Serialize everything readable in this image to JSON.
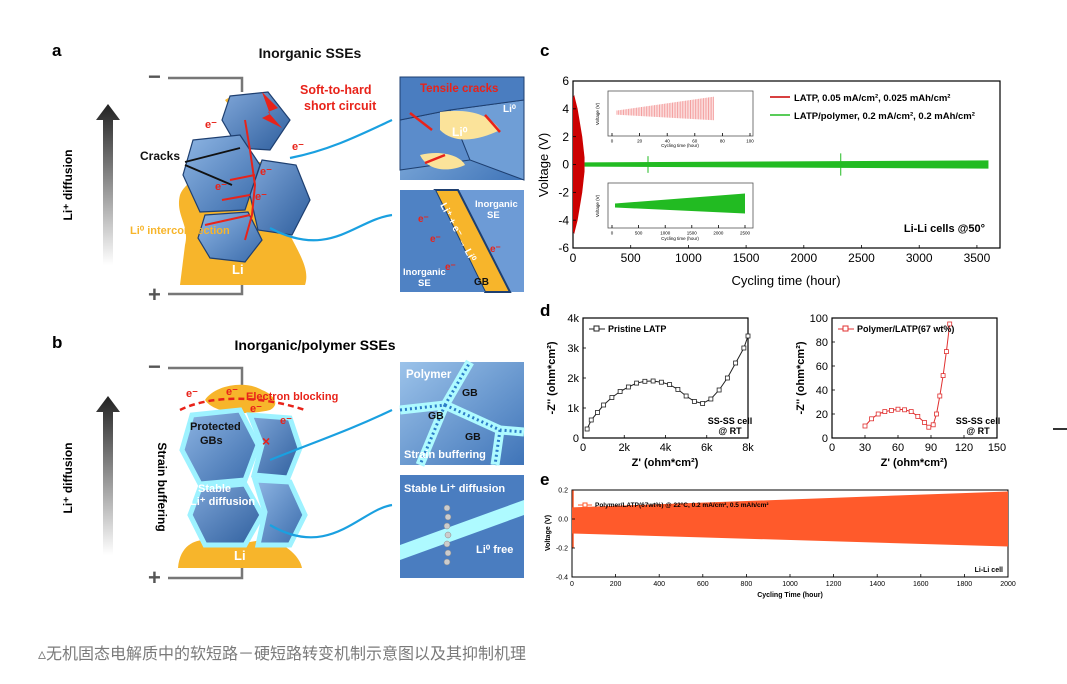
{
  "panel_a": {
    "letter": "a",
    "title": "Inorganic SSEs",
    "minus": "−",
    "plus": "+",
    "axis": "Li⁺ diffusion",
    "labels": {
      "short": "Soft-to-hard",
      "short2": "short circuit",
      "cracks": "Cracks",
      "interconn": "Li⁰ interconnection",
      "li": "Li",
      "e": "e⁻"
    },
    "inset1": {
      "title": "Tensile cracks",
      "li0": "Li⁰",
      "li0b": "Li⁰"
    },
    "inset2": {
      "inorg1": "Inorganic",
      "inorg1b": "SE",
      "inorg2": "Inorganic",
      "inorg2b": "SE",
      "gb": "GB",
      "rxn": "Li⁺ + e⁻ → Li⁰"
    }
  },
  "panel_b": {
    "letter": "b",
    "title": "Inorganic/polymer SSEs",
    "minus": "−",
    "plus": "+",
    "axis": "Li⁺ diffusion",
    "strain": "Strain buffering",
    "labels": {
      "eblock": "Electron blocking",
      "prot": "Protected",
      "gbs": "GBs",
      "stable": "Stable",
      "stable2": "Li⁺ diffusion",
      "li": "Li",
      "e": "e⁻"
    },
    "inset1": {
      "polymer": "Polymer",
      "gb1": "GB",
      "gb2": "GB",
      "gb3": "GB",
      "strain": "Strain buffering"
    },
    "inset2": {
      "title": "Stable Li⁺ diffusion",
      "free": "Li⁰ free"
    }
  },
  "panel_c": {
    "letter": "c",
    "note": "Li-Li cells @50°",
    "chart_data": {
      "type": "line",
      "xlabel": "Cycling time (hour)",
      "ylabel": "Voltage (V)",
      "xlim": [
        0,
        3700
      ],
      "ylim": [
        -6,
        6
      ],
      "xticks": [
        "0",
        "500",
        "1000",
        "1500",
        "2000",
        "2500",
        "3000",
        "3500"
      ],
      "yticks": [
        "-6",
        "-4",
        "-2",
        "0",
        "2",
        "4",
        "6"
      ],
      "series": [
        {
          "name": "LATP, 0.05 mA/cm², 0.025 mAh/cm²",
          "color": "#cc0000",
          "x": [
            0,
            10,
            40,
            80,
            100
          ],
          "amp": [
            4.8,
            5,
            4,
            2,
            0.5
          ]
        },
        {
          "name": "LATP/polymer, 0.2 mA/cm², 0.2 mAh/cm²",
          "color": "#22bb22",
          "x": [
            100,
            3600
          ],
          "amp": [
            0.15,
            0.3
          ]
        }
      ],
      "insets": [
        {
          "ylabel": "Voltage (V)",
          "xlabel": "Cycling time (hour)",
          "xticks": [
            "0",
            "20",
            "40",
            "60",
            "80",
            "100"
          ]
        },
        {
          "ylabel": "Voltage (V)",
          "xlabel": "Cycling time (hour)",
          "xticks": [
            "0",
            "500",
            "1000",
            "1500",
            "2000",
            "2500"
          ]
        }
      ]
    }
  },
  "panel_d": {
    "letter": "d",
    "charts": [
      {
        "type": "scatter",
        "legend": "Pristine LATP",
        "note1": "SS-SS cell",
        "note2": "@ RT",
        "xlabel": "Z' (ohm*cm²)",
        "ylabel": "-Z'' (ohm*cm²)",
        "xticks": [
          "0",
          "2k",
          "4k",
          "6k",
          "8k"
        ],
        "yticks": [
          "0",
          "1k",
          "2k",
          "3k",
          "4k"
        ],
        "xlim": [
          0,
          8000
        ],
        "ylim": [
          0,
          4000
        ],
        "x": [
          200,
          400,
          700,
          1000,
          1400,
          1800,
          2200,
          2600,
          3000,
          3400,
          3800,
          4200,
          4600,
          5000,
          5400,
          5800,
          6200,
          6600,
          7000,
          7400,
          7800,
          8000
        ],
        "y": [
          300,
          600,
          850,
          1100,
          1350,
          1550,
          1700,
          1830,
          1890,
          1900,
          1860,
          1780,
          1620,
          1400,
          1220,
          1150,
          1300,
          1600,
          2000,
          2500,
          3000,
          3400
        ],
        "color": "#222222"
      },
      {
        "type": "scatter",
        "legend": "Polymer/LATP(67 wt%)",
        "note1": "SS-SS cell",
        "note2": "@ RT",
        "xlabel": "Z' (ohm*cm²)",
        "ylabel": "-Z'' (ohm*cm²)",
        "xticks": [
          "0",
          "30",
          "60",
          "90",
          "120",
          "150"
        ],
        "yticks": [
          "0",
          "20",
          "40",
          "60",
          "80",
          "100"
        ],
        "xlim": [
          0,
          150
        ],
        "ylim": [
          0,
          100
        ],
        "x": [
          30,
          36,
          42,
          48,
          54,
          60,
          66,
          72,
          78,
          84,
          88,
          92,
          95,
          98,
          101,
          104,
          107
        ],
        "y": [
          10,
          16,
          20,
          22,
          23,
          24,
          23.5,
          22,
          18,
          13,
          9,
          11,
          20,
          35,
          52,
          72,
          95
        ],
        "color": "#e03030"
      }
    ]
  },
  "panel_e": {
    "letter": "e",
    "legend": "Polymer/LATP(67wt%) @ 22°C, 0.2 mA/cm², 0.5 mAh/cm²",
    "note": "Li-Li cell",
    "chart_data": {
      "type": "line",
      "xlabel": "Cycling Time (hour)",
      "ylabel": "Voltage (V)",
      "xlim": [
        0,
        2000
      ],
      "ylim": [
        -0.4,
        0.2
      ],
      "xticks": [
        "0",
        "200",
        "400",
        "600",
        "800",
        "1000",
        "1200",
        "1400",
        "1600",
        "1800",
        "2000"
      ],
      "yticks": [
        "-0.4",
        "-0.2",
        "0.0",
        "0.2"
      ],
      "envelope_top": [
        0.08,
        0.19
      ],
      "envelope_bottom": [
        -0.1,
        -0.19
      ],
      "color": "#ff5a2b"
    }
  },
  "caption": "▵无机固态电解质中的软短路－硬短路转变机制示意图以及其抑制机理"
}
